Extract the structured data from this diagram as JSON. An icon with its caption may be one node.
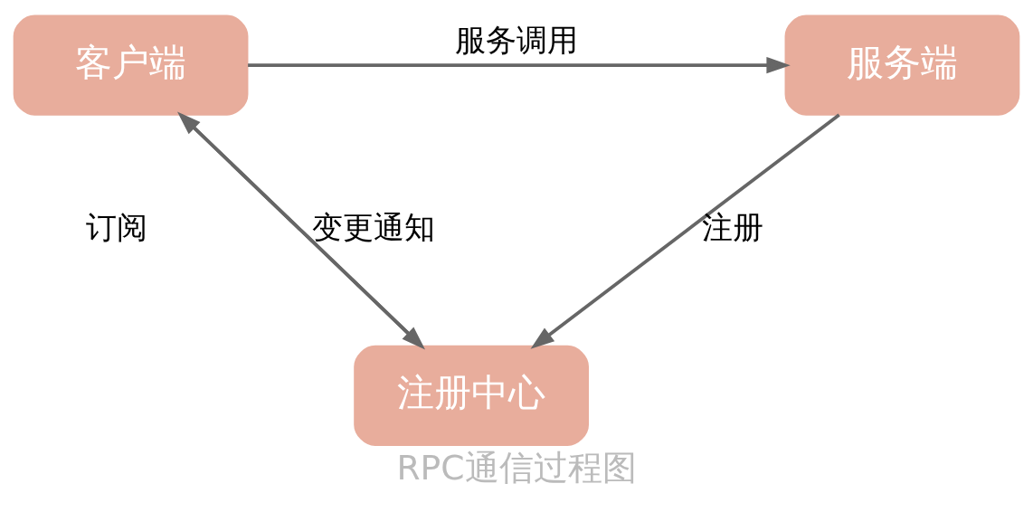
{
  "diagram": {
    "caption": "RPC通信过程图",
    "nodes": [
      {
        "text": [
          "客户端"
        ]
      },
      {
        "text": [
          "服务端"
        ]
      },
      {
        "text": [
          "注册中心"
        ]
      }
    ],
    "edges": [
      {
        "from": 0,
        "to": 1,
        "arrow": "to",
        "label": "服务调用"
      },
      {
        "from": 0,
        "to": 2,
        "arrow": "to",
        "label": "订阅"
      },
      {
        "from": 2,
        "to": 0,
        "arrow": "to",
        "label": "变更通知"
      },
      {
        "from": 1,
        "to": 2,
        "arrow": "to",
        "label": "注册"
      }
    ]
  }
}
